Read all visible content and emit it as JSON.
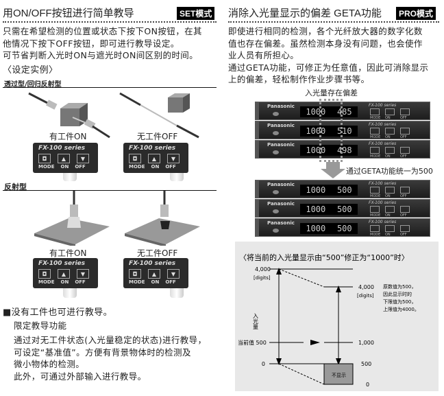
{
  "left": {
    "title": "用ON/OFF按钮进行简单教导",
    "badge": "SET模式",
    "body": [
      "只需在希望检测的位置或状态下按下ON按钮，在其",
      "他情况下按下OFF按钮，即可进行教导设定。",
      "可节省判断入光时ON与遮光时ON间区别的时间。"
    ],
    "example_heading": "〈设定实例〉",
    "sections": [
      {
        "label": "透过型/回归反射型",
        "captions": [
          "有工件ON",
          "无工件OFF"
        ]
      },
      {
        "label": "反射型",
        "captions": [
          "有工件ON",
          "无工件OFF"
        ]
      }
    ],
    "panel": {
      "series": "FX-100 series",
      "buttons": [
        "MODE",
        "ON",
        "OFF"
      ]
    },
    "feature": {
      "heading": "■没有工件也可进行教导。",
      "subheading": "限定教导功能",
      "body": [
        "通过对无工件状态(入光量稳定的状态)进行教导，",
        "可设定“基准值”。方便有背景物体时的检测及",
        "微小物体的检测。",
        "此外，可通过外部输入进行教导。"
      ]
    }
  },
  "right": {
    "title": "消除入光量显示的偏差  GETA功能",
    "badge": "PRO模式",
    "body": [
      "即使进行相同的检测，各个光纤放大器的数字化数",
      "值也存在偏差。虽然检测本身没有问题，也会使作",
      "业人员有所担心。",
      "通过GETA功能，可修正为任意值，因此可消除显示",
      "上的偏差，轻松制作作业步骤书等。"
    ],
    "deviation_label": "入光量存在偏差",
    "unify_label": "通过GETA功能统一为500",
    "unit": {
      "brand": "Panasonic",
      "series": "FX-100 series",
      "buttons": [
        "MODE",
        "ON",
        "OFF"
      ],
      "threshold": "1000"
    },
    "before_values": [
      "485",
      "510",
      "498"
    ],
    "after_values": [
      "500",
      "500",
      "500"
    ],
    "diagram": {
      "title": "〈将当前的入光量显示由“500”修正为“1000”时〉",
      "left_max": "4,000",
      "left_unit": "[digits]",
      "axis_label": "入光量",
      "current_label": "当前值 500",
      "left_zero": "0",
      "right_max": "4,000",
      "right_unit": "[digits]",
      "note": [
        "原数值为500，",
        "因此显示时的",
        "下限值为500，",
        "上限值为4000。"
      ],
      "right_1000": "1,000",
      "right_500": "500",
      "right_zero": "0",
      "hidden_label": "不显示"
    }
  }
}
